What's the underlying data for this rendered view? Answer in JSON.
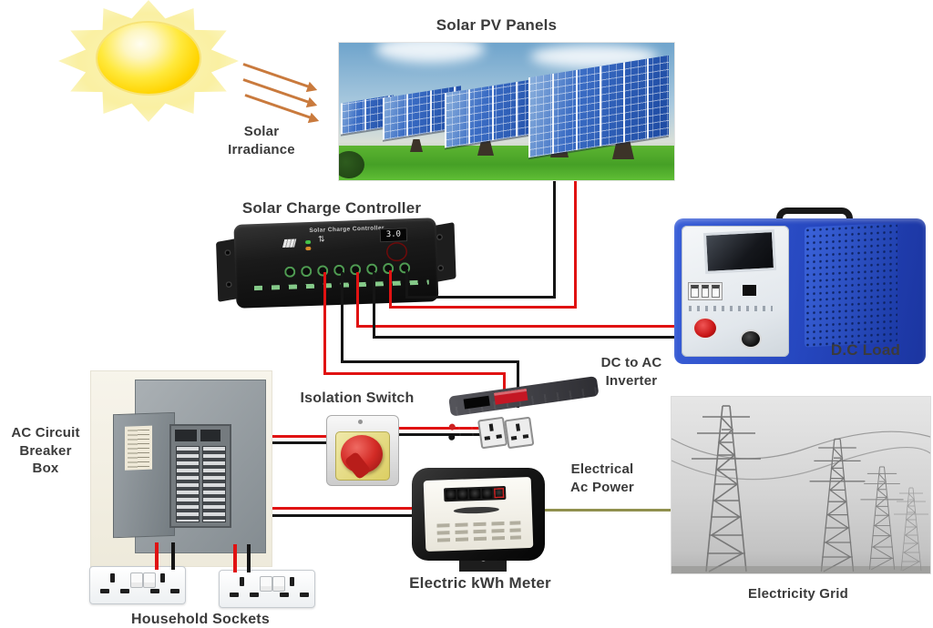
{
  "labels": {
    "solar_pv_panels": "Solar PV Panels",
    "solar_irradiance": "Solar\nIrradiance",
    "solar_charge_controller": "Solar Charge Controller",
    "dc_load": "D.C Load",
    "dc_to_ac_inverter": "DC to AC\nInverter",
    "isolation_switch": "Isolation Switch",
    "ac_circuit_breaker_box": "AC Circuit\nBreaker\nBox",
    "electrical_ac_power": "Electrical\nAc Power",
    "electric_kwh_meter": "Electric kWh Meter",
    "electricity_grid": "Electricity Grid",
    "household_sockets": "Household Sockets"
  },
  "controller": {
    "face_title": "Solar Charge Controller",
    "display_value": "3.0"
  },
  "colors": {
    "positive_wire": "#e01212",
    "negative_wire": "#151515",
    "ac_grid_line": "#90904e",
    "label_text": "#3b3b3b",
    "irradiance_arrow": "#c97a3d"
  }
}
